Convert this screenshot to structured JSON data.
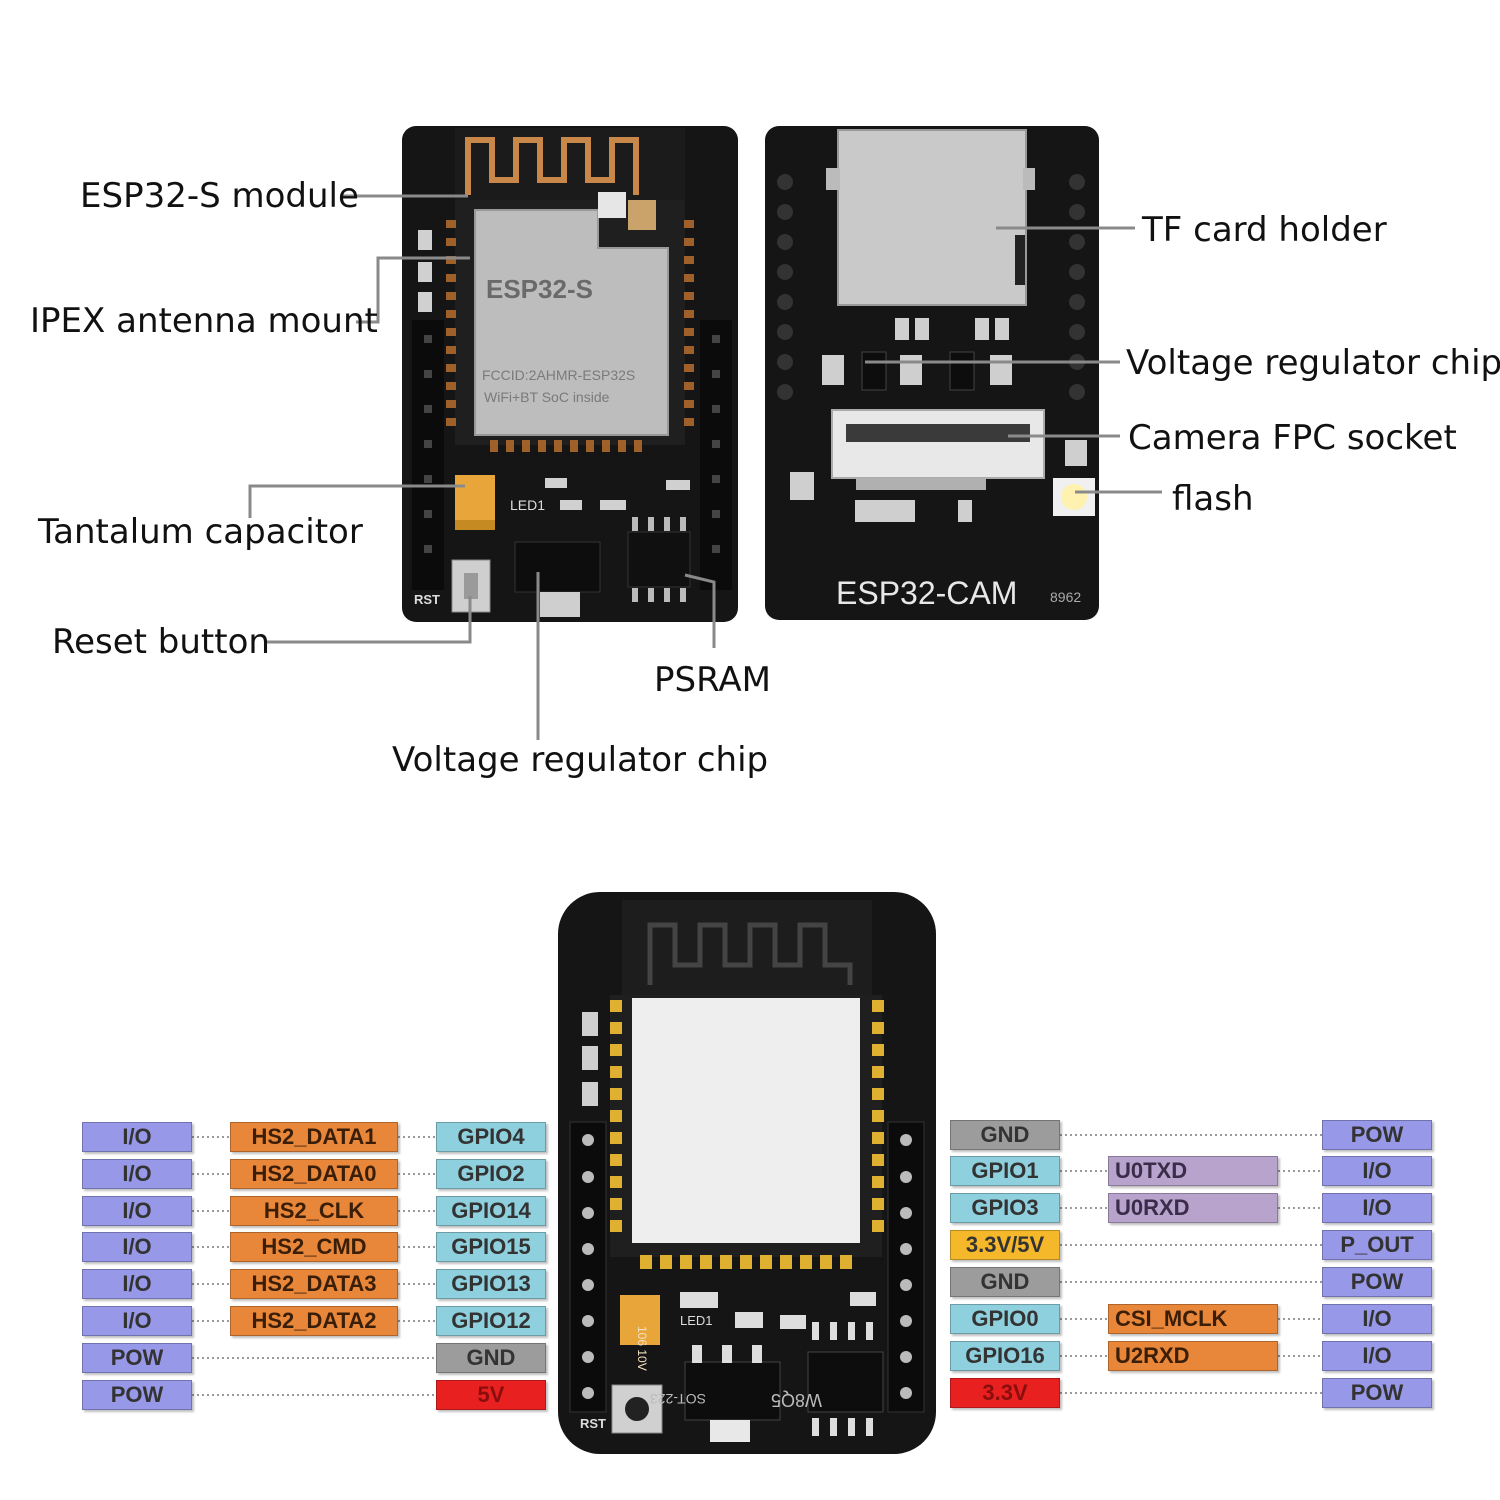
{
  "callouts": {
    "esp32s_module": "ESP32-S module",
    "ipex_antenna": "IPEX antenna mount",
    "tantalum": "Tantalum capacitor",
    "reset": "Reset button",
    "psram": "PSRAM",
    "vreg_bottom": "Voltage regulator chip",
    "tf_card": "TF card holder",
    "vreg_right": "Voltage regulator chip",
    "camera_fpc": "Camera FPC socket",
    "flash": "flash"
  },
  "board_print": {
    "brand": "ESP32-S",
    "fcc": "FCCID:2AHMR-ESP32S",
    "wifi_bt": "WiFi+BT SoC inside",
    "led1": "LED1",
    "rst": "RST",
    "esp32cam": "ESP32-CAM",
    "code": "8962",
    "sot": "SOT-223",
    "w8q5": "W8Q5",
    "cap": "106 10V"
  },
  "pinout": {
    "left": [
      {
        "type": "I/O",
        "func": "HS2_DATA1",
        "pin": "GPIO4"
      },
      {
        "type": "I/O",
        "func": "HS2_DATA0",
        "pin": "GPIO2"
      },
      {
        "type": "I/O",
        "func": "HS2_CLK",
        "pin": "GPIO14"
      },
      {
        "type": "I/O",
        "func": "HS2_CMD",
        "pin": "GPIO15"
      },
      {
        "type": "I/O",
        "func": "HS2_DATA3",
        "pin": "GPIO13"
      },
      {
        "type": "I/O",
        "func": "HS2_DATA2",
        "pin": "GPIO12"
      },
      {
        "type": "POW",
        "func": "",
        "pin": "GND"
      },
      {
        "type": "POW",
        "func": "",
        "pin": "5V"
      }
    ],
    "right": [
      {
        "pin": "GND",
        "func": "",
        "type": "POW"
      },
      {
        "pin": "GPIO1",
        "func": "U0TXD",
        "type": "I/O"
      },
      {
        "pin": "GPIO3",
        "func": "U0RXD",
        "type": "I/O"
      },
      {
        "pin": "3.3V/5V",
        "func": "",
        "type": "P_OUT"
      },
      {
        "pin": "GND",
        "func": "",
        "type": "POW"
      },
      {
        "pin": "GPIO0",
        "func": "CSI_MCLK",
        "type": "I/O"
      },
      {
        "pin": "GPIO16",
        "func": "U2RXD",
        "type": "I/O"
      },
      {
        "pin": "3.3V",
        "func": "",
        "type": "POW"
      }
    ]
  },
  "colors": {
    "io": "#9898e8",
    "hs2": "#e8863a",
    "gpio": "#8fd0de",
    "gnd": "#9c9c9c",
    "v5": "#e82020",
    "v33": "#f5b82a",
    "uart": "#b7a3cc",
    "pcb": "#151515"
  }
}
